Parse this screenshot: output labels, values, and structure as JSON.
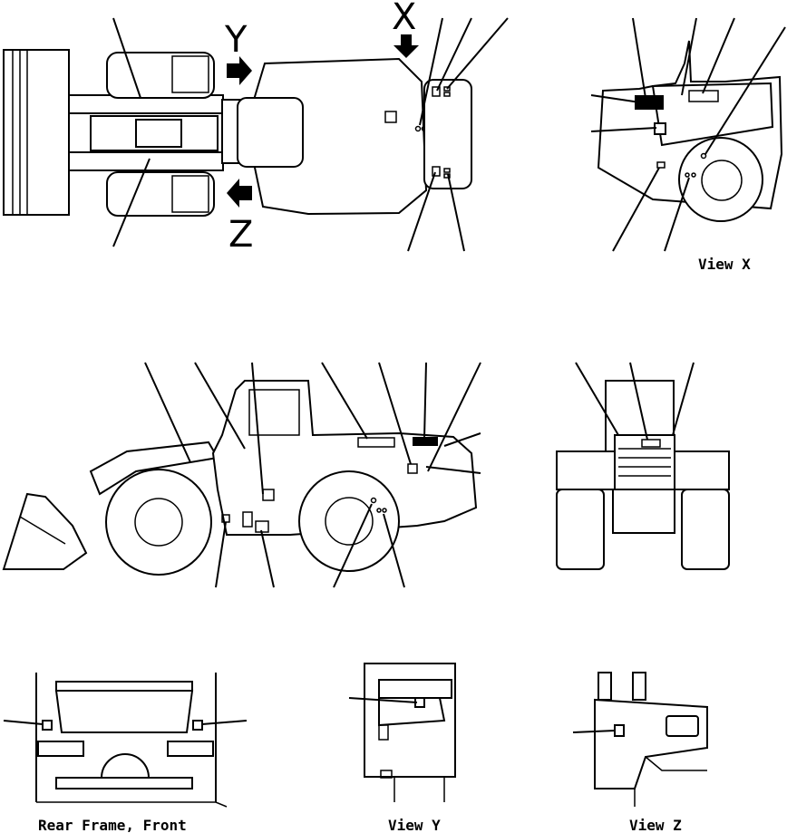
{
  "labels": {
    "view_x": "View X",
    "view_y": "View Y",
    "view_z": "View Z",
    "rear_frame": "Rear Frame, Front",
    "arrow_x": "X",
    "arrow_y": "Y",
    "arrow_z": "Z"
  },
  "icons": [
    "arrow-right-icon",
    "arrow-down-icon",
    "arrow-left-icon"
  ]
}
